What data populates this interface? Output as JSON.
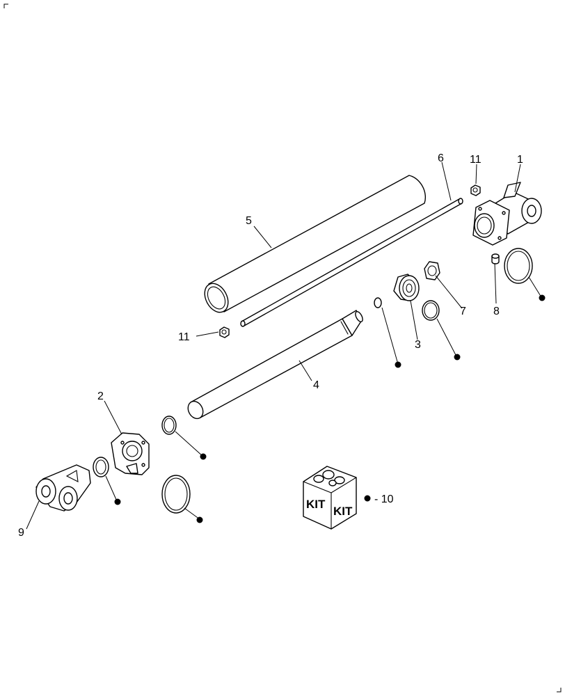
{
  "callouts": {
    "c1": "1",
    "c2": "2",
    "c3": "3",
    "c4": "4",
    "c5": "5",
    "c6": "6",
    "c7": "7",
    "c8": "8",
    "c9": "9",
    "c11a": "11",
    "c11b": "11"
  },
  "kit": {
    "label_left": "KIT",
    "label_right": "KIT",
    "callout": "- 10"
  },
  "colors": {
    "line": "#000000",
    "background": "#ffffff"
  }
}
